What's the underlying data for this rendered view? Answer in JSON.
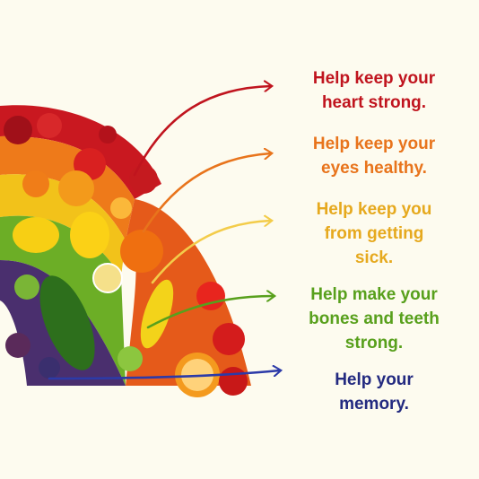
{
  "benefits": [
    {
      "key": "red",
      "text": "Help keep your\nheart strong.",
      "color": "#c0141e"
    },
    {
      "key": "orange",
      "text": "Help keep your\neyes healthy.",
      "color": "#e8741c"
    },
    {
      "key": "yellow",
      "text": "Help keep you\nfrom getting\nsick.",
      "color": "#e6a91e"
    },
    {
      "key": "green",
      "text": "Help make your\nbones and teeth\nstrong.",
      "color": "#58a01c"
    },
    {
      "key": "blue",
      "text": "Help your\nmemory.",
      "color": "#232a80"
    }
  ],
  "arc_colors": [
    "#c91820",
    "#ee7a1a",
    "#f2c21a",
    "#6cae26",
    "#4a2f6e"
  ]
}
